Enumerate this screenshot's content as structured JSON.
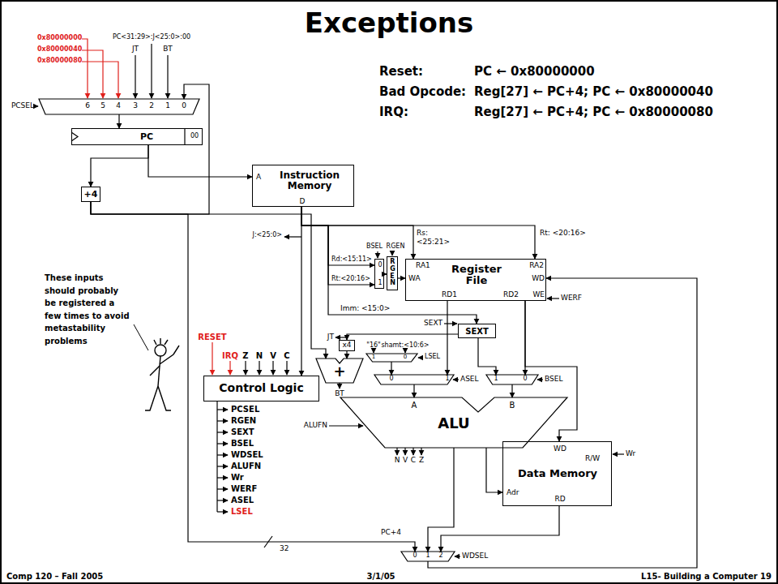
{
  "diagram": {
    "title": "Exceptions",
    "nodes": [
      {
        "text": [
          "6",
          "5",
          "4",
          "3",
          "2",
          "1",
          "0"
        ]
      },
      {
        "text": [
          "PC",
          "00"
        ]
      },
      {
        "text": [
          "+4"
        ]
      },
      {
        "text": [
          "A",
          "Instruction Memory",
          "D"
        ]
      },
      {
        "text": [
          "0",
          "1"
        ]
      },
      {
        "text": [
          "RGEN"
        ]
      },
      {
        "text": [
          "RA1",
          "Register File",
          "RA2",
          "WA",
          "WD",
          "RD1",
          "RD2",
          "WE"
        ]
      },
      {
        "text": [
          "SEXT"
        ]
      },
      {
        "text": [
          "x4"
        ]
      },
      {
        "text": [
          "+"
        ]
      },
      {
        "text": [
          "1",
          "0"
        ]
      },
      {
        "text": [
          "0",
          "1"
        ]
      },
      {
        "text": [
          "1",
          "0"
        ]
      },
      {
        "text": [
          "Control Logic"
        ]
      },
      {
        "text": [
          "A",
          "ALU",
          "B"
        ]
      },
      {
        "text": [
          "WD",
          "R/W",
          "Data Memory",
          "Adr",
          "RD"
        ]
      },
      {
        "text": [
          "0",
          "1",
          "2"
        ]
      }
    ],
    "edges": [
      {
        "from": 0,
        "to": 1,
        "arrow": "to"
      },
      {
        "from": 1,
        "to": 3,
        "arrow": "to"
      },
      {
        "from": 1,
        "to": 2,
        "arrow": "to"
      },
      {
        "from": 2,
        "to": 0,
        "arrow": "to"
      },
      {
        "from": 2,
        "to": 9,
        "arrow": "to"
      },
      {
        "from": 2,
        "to": 16,
        "arrow": "to"
      },
      {
        "from": 3,
        "to": 6,
        "arrow": "to"
      },
      {
        "from": 3,
        "to": 6,
        "arrow": "to"
      },
      {
        "from": 3,
        "to": 4,
        "arrow": "to"
      },
      {
        "from": 3,
        "to": 4,
        "arrow": "to"
      },
      {
        "from": 3,
        "to": 7,
        "arrow": "to"
      },
      {
        "from": 3,
        "to": 13,
        "arrow": "to"
      },
      {
        "from": 4,
        "to": 5,
        "arrow": "to"
      },
      {
        "from": 5,
        "to": 6,
        "arrow": "to"
      },
      {
        "from": 6,
        "to": 11,
        "arrow": "to"
      },
      {
        "from": 6,
        "to": 12,
        "arrow": "to"
      },
      {
        "from": 6,
        "to": 15,
        "arrow": "to"
      },
      {
        "from": 7,
        "to": 8,
        "arrow": "to"
      },
      {
        "from": 7,
        "to": 12,
        "arrow": "to"
      },
      {
        "from": 8,
        "to": 9,
        "arrow": "to"
      },
      {
        "from": 10,
        "to": 11,
        "arrow": "to"
      },
      {
        "from": 11,
        "to": 14,
        "arrow": "to"
      },
      {
        "from": 12,
        "to": 14,
        "arrow": "to"
      },
      {
        "from": 14,
        "to": 15,
        "arrow": "to"
      },
      {
        "from": 14,
        "to": 16,
        "arrow": "to"
      },
      {
        "from": 15,
        "to": 16,
        "arrow": "to"
      },
      {
        "from": 16,
        "to": 6,
        "arrow": "to"
      }
    ],
    "labels": [
      "0x80000000",
      "0x80000040",
      "0x80000080",
      "PC<31:29>:J<25:0>:00",
      "JT",
      "BT",
      "PCSEL",
      "Reset:",
      "PC ← 0x80000000",
      "Bad Opcode:",
      "Reg[27] ← PC+4; PC ← 0x80000040",
      "IRQ:",
      "Reg[27] ← PC+4; PC ← 0x80000080",
      "J:<25:0>",
      "Rs:",
      "<25:21>",
      "Rt: <20:16>",
      "BSEL",
      "RGEN",
      "Rd:<15:11>",
      "Rt:<20:16>",
      "WERF",
      "Imm: <15:0>",
      "JT",
      "SEXT",
      "\"16\"",
      "shamt:<10:6>",
      "LSEL",
      "ASEL",
      "BSEL",
      "BT",
      "ALUFN",
      "N",
      "V",
      "C",
      "Z",
      "Wr",
      "WDSEL",
      "PC+4",
      "32",
      "RESET",
      "IRQ",
      "Z",
      "N",
      "V",
      "C",
      "PCSEL",
      "RGEN",
      "SEXT",
      "BSEL",
      "WDSEL",
      "ALUFN",
      "Wr",
      "WERF",
      "ASEL",
      "LSEL",
      "These inputs should probably be registered a few times to avoid metastability problems",
      "Comp 120 – Fall 2005",
      "3/1/05",
      "L15- Building a Computer 19"
    ]
  }
}
